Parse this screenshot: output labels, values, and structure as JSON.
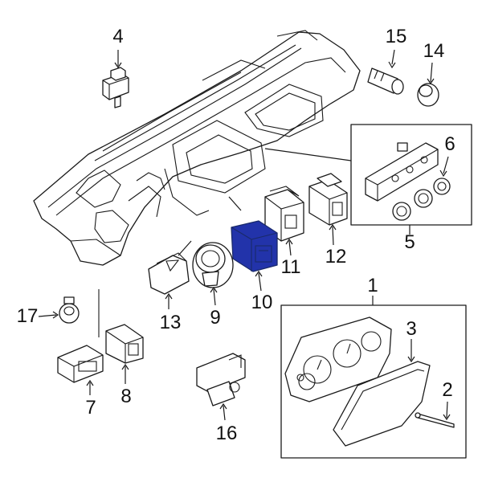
{
  "diagram": {
    "highlight_color": "#2233aa",
    "callouts": [
      {
        "id": "1",
        "label": "1"
      },
      {
        "id": "2",
        "label": "2"
      },
      {
        "id": "3",
        "label": "3"
      },
      {
        "id": "4",
        "label": "4"
      },
      {
        "id": "5",
        "label": "5"
      },
      {
        "id": "6",
        "label": "6"
      },
      {
        "id": "7",
        "label": "7"
      },
      {
        "id": "8",
        "label": "8"
      },
      {
        "id": "9",
        "label": "9"
      },
      {
        "id": "10",
        "label": "10"
      },
      {
        "id": "11",
        "label": "11"
      },
      {
        "id": "12",
        "label": "12"
      },
      {
        "id": "13",
        "label": "13"
      },
      {
        "id": "14",
        "label": "14"
      },
      {
        "id": "15",
        "label": "15"
      },
      {
        "id": "16",
        "label": "16"
      },
      {
        "id": "17",
        "label": "17"
      }
    ],
    "highlighted_part": "10"
  }
}
